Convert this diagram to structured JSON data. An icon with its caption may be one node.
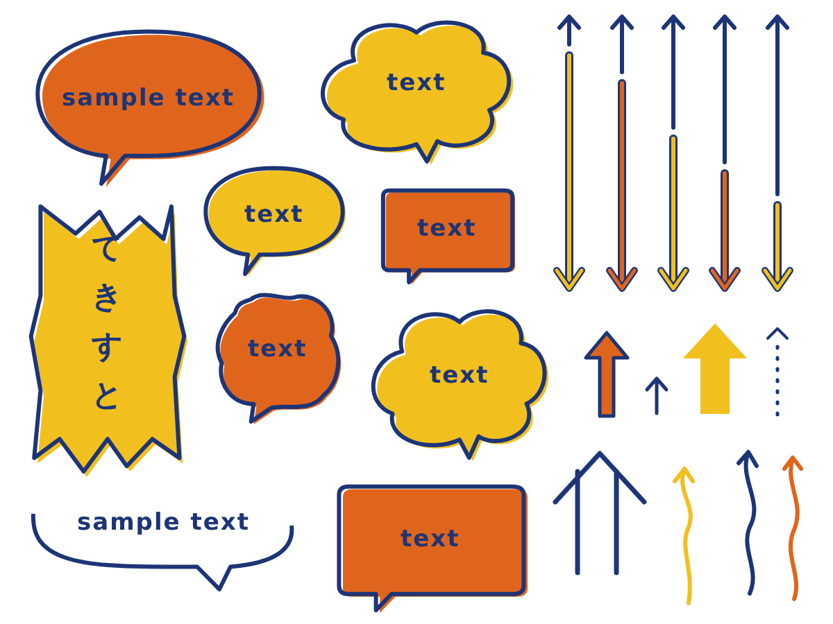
{
  "diagram": {
    "nodes": [
      {
        "text": [
          "sample text"
        ]
      },
      {
        "text": [
          "text"
        ]
      },
      {
        "text": [
          "text"
        ]
      },
      {
        "text": [
          "text"
        ]
      },
      {
        "text": [
          "てきすと"
        ]
      },
      {
        "text": [
          "text"
        ]
      },
      {
        "text": [
          "text"
        ]
      },
      {
        "text": [
          "sample text"
        ]
      },
      {
        "text": [
          "text"
        ]
      }
    ]
  }
}
